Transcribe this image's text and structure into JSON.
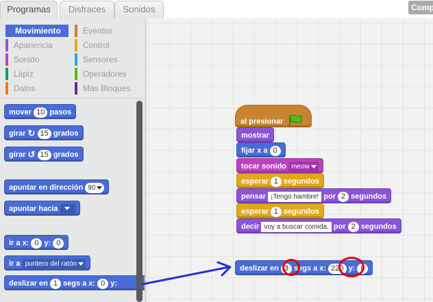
{
  "tabs": [
    {
      "label": "Programas",
      "active": true
    },
    {
      "label": "Disfraces",
      "active": false
    },
    {
      "label": "Sonidos",
      "active": false
    }
  ],
  "header_button": "Comp",
  "categories": {
    "left": [
      {
        "label": "Movimiento",
        "color": "#4a6cd4",
        "selected": true
      },
      {
        "label": "Apariencia",
        "color": "#8a55d7"
      },
      {
        "label": "Sonido",
        "color": "#bb42c3"
      },
      {
        "label": "Lápiz",
        "color": "#0e9a6c"
      },
      {
        "label": "Datos",
        "color": "#ee7d16"
      }
    ],
    "right": [
      {
        "label": "Eventos",
        "color": "#c88330"
      },
      {
        "label": "Control",
        "color": "#e1a91a"
      },
      {
        "label": "Sensores",
        "color": "#2ca5e2"
      },
      {
        "label": "Operadores",
        "color": "#5cb712"
      },
      {
        "label": "Más Bloques",
        "color": "#632d99"
      }
    ]
  },
  "palette": {
    "move": {
      "text1": "mover",
      "value": "10",
      "text2": "pasos"
    },
    "turn_right": {
      "text1": "girar",
      "value": "15",
      "text2": "grados"
    },
    "turn_left": {
      "text1": "girar",
      "value": "15",
      "text2": "grados"
    },
    "point_direction": {
      "text1": "apuntar en dirección",
      "value": "90"
    },
    "point_towards": {
      "text1": "apuntar hacia"
    },
    "goto_xy": {
      "text1": "ir a x:",
      "x": "0",
      "text2": "y:",
      "y": "0"
    },
    "goto": {
      "text1": "ir a",
      "target": "puntero del ratón"
    },
    "glide": {
      "text1": "deslizar en",
      "secs": "1",
      "text2": "segs a x:",
      "x": "0",
      "text3": "y:"
    }
  },
  "script": {
    "hat": "al presionar",
    "show": "mostrar",
    "set_x": {
      "text": "fijar x a",
      "value": "0"
    },
    "play_sound": {
      "text": "tocar sonido",
      "sound": "meow"
    },
    "wait1": {
      "text1": "esperar",
      "value": "1",
      "text2": "segundos"
    },
    "think": {
      "text1": "pensar",
      "message": "¡Tengo hambre!",
      "text2": "por",
      "value": "2",
      "text3": "segundos"
    },
    "wait2": {
      "text1": "esperar",
      "value": "1",
      "text2": "segundos"
    },
    "say": {
      "text1": "decir",
      "message": "voy a buscar comida.",
      "text2": "por",
      "value": "2",
      "text3": "segundos"
    }
  },
  "glide_block": {
    "text1": "deslizar en",
    "secs": "3",
    "text2": "segs a x:",
    "x": "220",
    "text3": "y:",
    "y": "0"
  },
  "colors": {
    "annotation_arrow": "#2233cc",
    "highlight_ring": "#e00000"
  }
}
